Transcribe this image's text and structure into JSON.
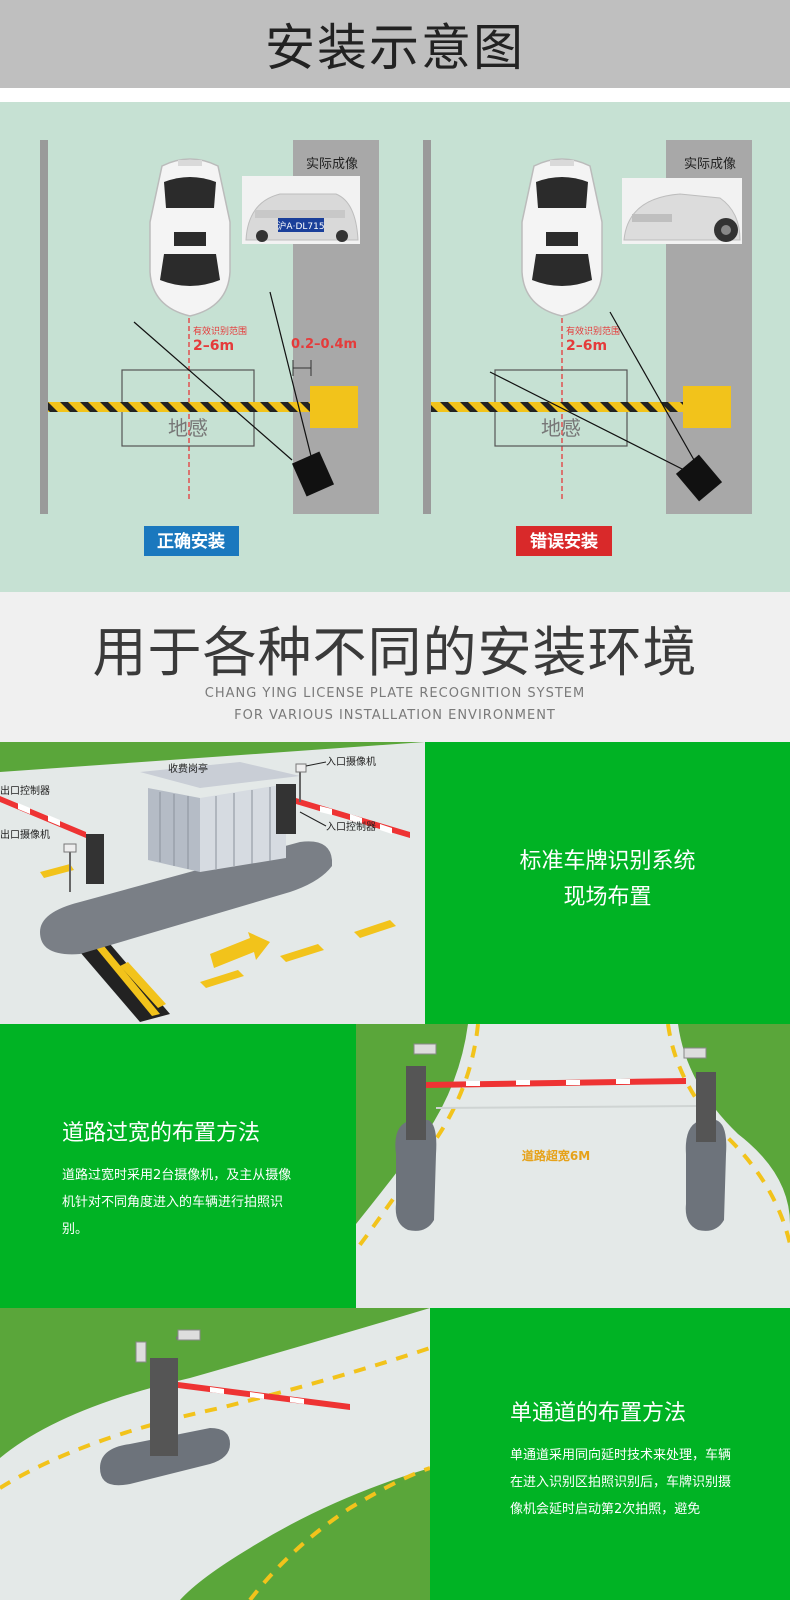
{
  "header": {
    "title": "安装示意图"
  },
  "diagram": {
    "left": {
      "actual_label": "实际成像",
      "plate_text": "沪A·DL715",
      "range_small": "有效识别范围",
      "range_value": "2–6m",
      "offset_value": "0.2–0.4m",
      "loop_label": "地感",
      "badge": "正确安装",
      "badge_color": "#1a78be"
    },
    "right": {
      "actual_label": "实际成像",
      "range_small": "有效识别范围",
      "range_value": "2–6m",
      "loop_label": "地感",
      "badge": "错误安装",
      "badge_color": "#d9292a"
    }
  },
  "headline": {
    "title": "用于各种不同的安装环境",
    "sub1": "CHANG YING LICENSE PLATE RECOGNITION SYSTEM",
    "sub2": "FOR VARIOUS INSTALLATION ENVIRONMENT"
  },
  "scene1": {
    "label_booth": "收费岗亭",
    "label_entry_camera": "入口摄像机",
    "label_entry_controller": "入口控制器",
    "label_exit_controller": "出口控制器",
    "label_exit_camera": "出口摄像机",
    "panel_line1": "标准车牌识别系统",
    "panel_line2": "现场布置"
  },
  "scene2": {
    "road_label": "道路超宽6M",
    "title": "道路过宽的布置方法",
    "desc": "道路过宽时采用2台摄像机，及主从摄像机针对不同角度进入的车辆进行拍照识别。"
  },
  "scene3": {
    "title": "单通道的布置方法",
    "desc": "单通道采用同向延时技术来处理，车辆在进入识别区拍照识别后，车牌识别摄像机会延时启动第2次拍照，避免"
  },
  "colors": {
    "green": "#00b324",
    "diagram_bg": "#c6e1d3",
    "road_gray": "#a8a8a8",
    "yellow": "#f2c31b"
  }
}
